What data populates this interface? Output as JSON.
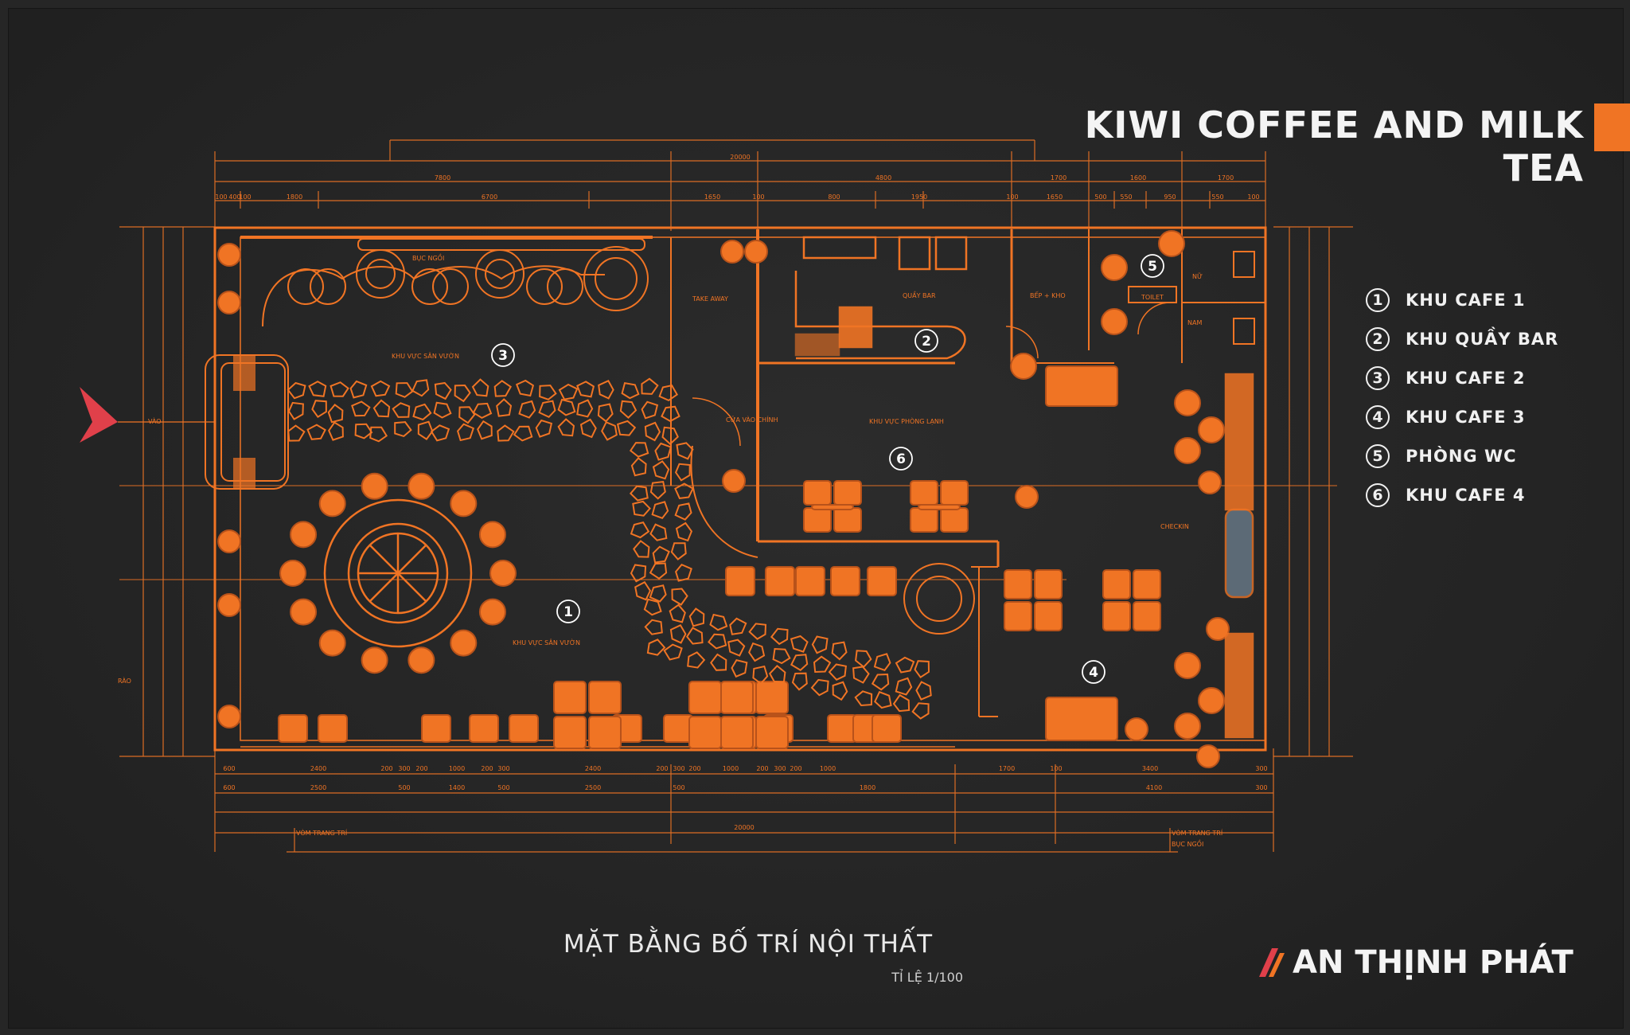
{
  "title": "KIWI COFFEE AND MILK TEA",
  "legend": [
    {
      "num": "1",
      "label": "KHU CAFE 1"
    },
    {
      "num": "2",
      "label": "KHU QUẦY BAR"
    },
    {
      "num": "3",
      "label": "KHU CAFE 2"
    },
    {
      "num": "4",
      "label": "KHU CAFE 3"
    },
    {
      "num": "5",
      "label": "PHÒNG WC"
    },
    {
      "num": "6",
      "label": "KHU CAFE 4"
    }
  ],
  "plan_caption": "MẶT BẰNG BỐ TRÍ NỘI THẤT",
  "scale_caption": "TỈ LỆ 1/100",
  "brand": "AN THỊNH PHÁT",
  "zone_markers": {
    "z1": "1",
    "z2": "2",
    "z3": "3",
    "z4": "4",
    "z5": "5",
    "z6": "6"
  },
  "room_labels": {
    "garden_1": "KHU VỰC SÂN VƯỜN",
    "garden_3": "KHU VỰC SÂN VƯỜN",
    "cold_room": "KHU VỰC PHÒNG LẠNH",
    "bar": "QUẦY BAR",
    "take_away": "TAKE AWAY",
    "kitchen": "BẾP + KHO",
    "toilet": "TOILET",
    "nu": "NỮ",
    "nam": "NAM",
    "checkin": "CHECKIN",
    "main_door": "CỬA VÀO CHÍNH",
    "bench": "BỤC NGỒI",
    "entrance": "VÀO",
    "fence": "RÀO",
    "arch_left": "VÒM TRANG TRÍ",
    "arch_right": "VÒM TRANG TRÍ",
    "bench_right": "BỤC NGỒI"
  },
  "dimensions_top": {
    "overall": "20000",
    "row1": [
      "7800",
      "4800",
      "1700",
      "1600",
      "1700"
    ],
    "row2": [
      "100",
      "400",
      "100",
      "1800",
      "6700",
      "1650",
      "100",
      "800",
      "1950",
      "100",
      "1650",
      "500",
      "550",
      "950",
      "550",
      "100"
    ]
  },
  "dimensions_bottom": {
    "overall": "20000",
    "row1": [
      "600",
      "2400",
      "200",
      "300",
      "200",
      "1000",
      "200",
      "300",
      "2400",
      "200",
      "300",
      "200",
      "1000",
      "200",
      "300",
      "200",
      "1000",
      "1700",
      "100",
      "3400",
      "300"
    ],
    "row2": [
      "600",
      "2500",
      "500",
      "1400",
      "500",
      "2500",
      "500",
      "1800",
      "4100",
      "300"
    ]
  },
  "colors": {
    "background": "#262626",
    "drawing": "#f07424",
    "text": "#f4f4f4",
    "marker": "#e0404a"
  }
}
